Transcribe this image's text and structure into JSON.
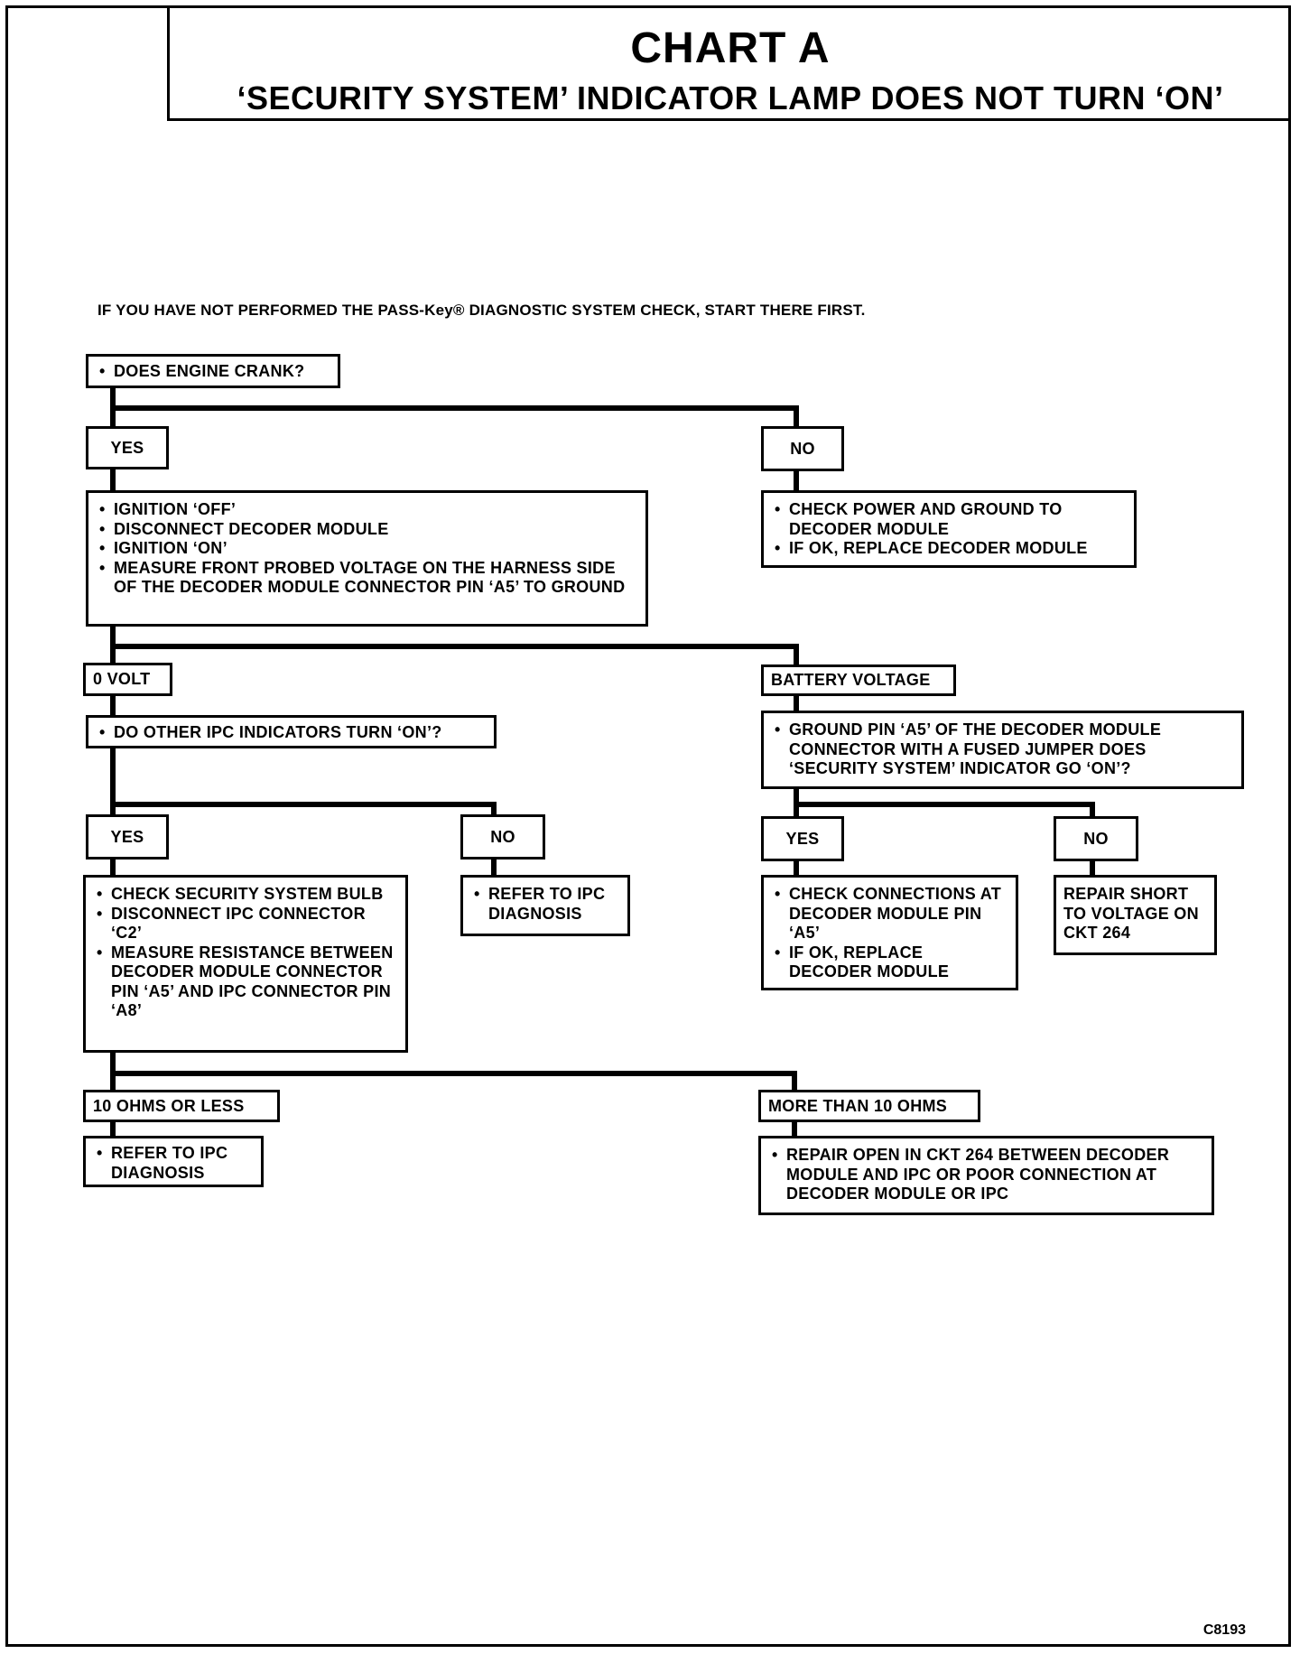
{
  "header": {
    "title": "CHART A",
    "subtitle": "‘SECURITY SYSTEM’ INDICATOR LAMP DOES NOT TURN ‘ON’"
  },
  "note": "IF YOU HAVE NOT PERFORMED THE PASS-Key® DIAGNOSTIC SYSTEM CHECK, START THERE FIRST.",
  "nodes": {
    "crank_question": [
      "DOES ENGINE CRANK?"
    ],
    "crank_yes": "YES",
    "crank_no": "NO",
    "yes_steps": [
      "IGNITION ‘OFF’",
      "DISCONNECT DECODER MODULE",
      "IGNITION ‘ON’",
      "MEASURE FRONT PROBED VOLTAGE ON THE HARNESS SIDE OF THE DECODER MODULE CONNECTOR PIN ‘A5’ TO GROUND"
    ],
    "no_steps": [
      "CHECK POWER AND GROUND TO DECODER MODULE",
      "IF OK, REPLACE DECODER MODULE"
    ],
    "zero_volt": "0 VOLT",
    "battery_voltage": "BATTERY VOLTAGE",
    "ipc_question": [
      "DO OTHER IPC INDICATORS TURN ‘ON’?"
    ],
    "ground_pin": [
      "GROUND PIN ‘A5’ OF THE DECODER MODULE CONNECTOR WITH A FUSED JUMPER DOES ‘SECURITY SYSTEM’ INDICATOR GO ‘ON’?"
    ],
    "ipc_yes": "YES",
    "ipc_no": "NO",
    "gp_yes": "YES",
    "gp_no": "NO",
    "ipc_yes_steps": [
      "CHECK SECURITY SYSTEM BULB",
      "DISCONNECT IPC CONNECTOR ‘C2’",
      "MEASURE RESISTANCE BETWEEN DECODER MODULE CONNECTOR PIN ‘A5’ AND IPC CONNECTOR PIN ‘A8’"
    ],
    "ipc_no_steps": [
      "REFER TO IPC DIAGNOSIS"
    ],
    "gp_yes_steps": [
      "CHECK CONNECTIONS AT DECODER MODULE PIN ‘A5’",
      "IF OK, REPLACE DECODER MODULE"
    ],
    "gp_no_text": "REPAIR SHORT TO VOLTAGE ON CKT 264",
    "ten_less": "10 OHMS OR LESS",
    "ten_more": "MORE THAN 10 OHMS",
    "ten_less_steps": [
      "REFER TO IPC DIAGNOSIS"
    ],
    "ten_more_steps": [
      "REPAIR OPEN IN CKT 264 BETWEEN DECODER MODULE AND IPC OR POOR CONNECTION AT DECODER MODULE OR IPC"
    ]
  },
  "figure_code": "C8193"
}
